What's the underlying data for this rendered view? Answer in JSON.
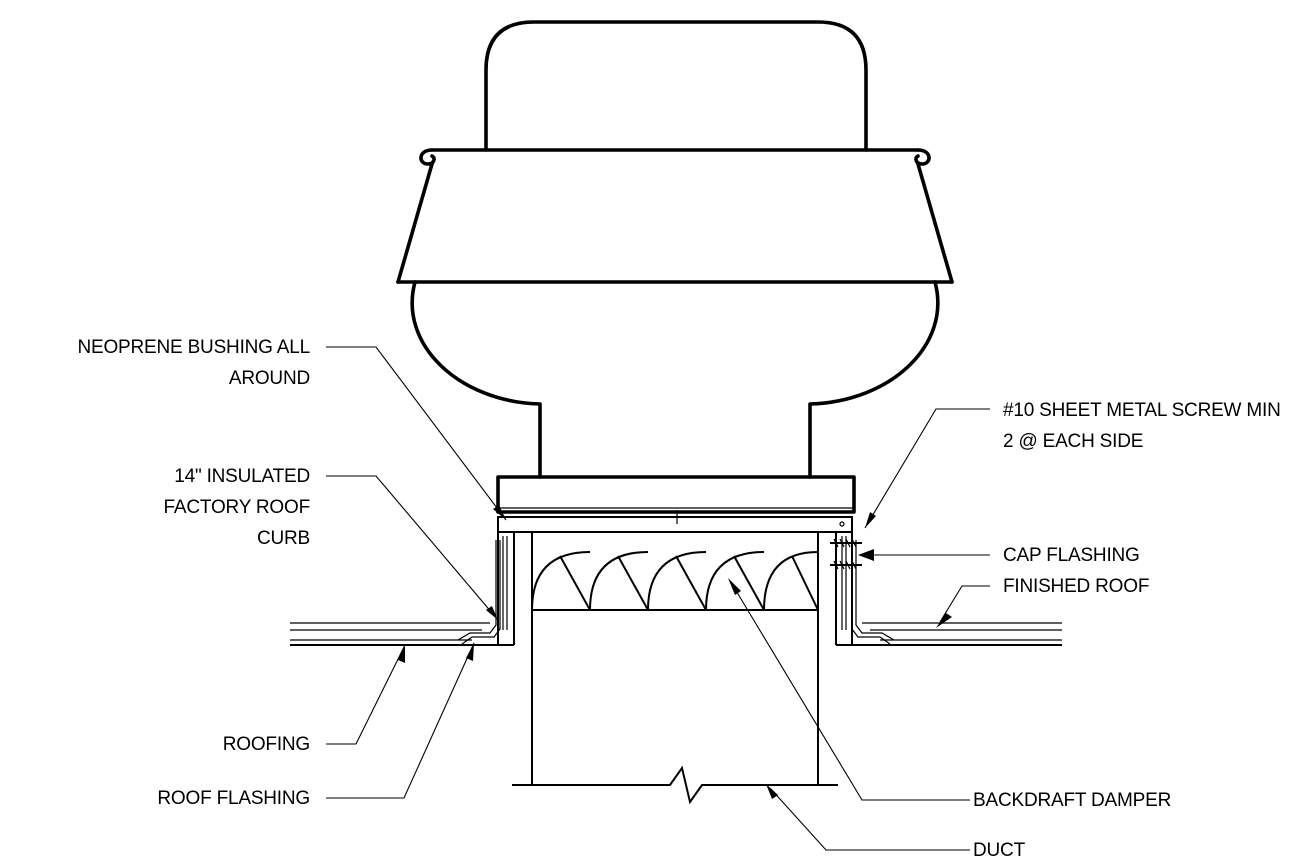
{
  "callouts": {
    "neoprene_line1": "NEOPRENE BUSHING ALL",
    "neoprene_line2": "AROUND",
    "curb_line1": "14\" INSULATED",
    "curb_line2": "FACTORY ROOF",
    "curb_line3": "CURB",
    "roofing": "ROOFING",
    "roof_flashing": "ROOF FLASHING",
    "screw_line1": "#10 SHEET METAL SCREW MIN",
    "screw_line2": "2 @ EACH SIDE",
    "cap_flashing": "CAP FLASHING",
    "finished_roof": "FINISHED ROOF",
    "backdraft_damper": "BACKDRAFT DAMPER",
    "duct": "DUCT"
  }
}
